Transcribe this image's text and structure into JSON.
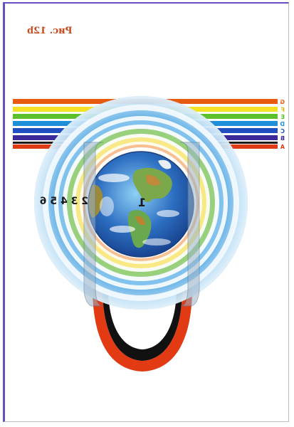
{
  "caption": "Рис. 12b",
  "spectrum": {
    "bands": [
      {
        "letter": "G",
        "color": "#e85a10"
      },
      {
        "letter": "F",
        "color": "#f4e026"
      },
      {
        "letter": "E",
        "color": "#5cc02a"
      },
      {
        "letter": "D",
        "color": "#1e8fd8"
      },
      {
        "letter": "C",
        "color": "#1f4fc0"
      },
      {
        "letter": "B",
        "color": "#3a2a9a"
      },
      {
        "letter": "A",
        "color": "#e03a14"
      }
    ]
  },
  "labels": {
    "center": "1",
    "sequence": "2 3 4 5 6"
  },
  "colors": {
    "frame": "#6a4fc4",
    "ocean": "#2d6fc2",
    "land": "#6aa84f",
    "loop_outer": "#e23a12",
    "loop_inner": "#111111"
  }
}
